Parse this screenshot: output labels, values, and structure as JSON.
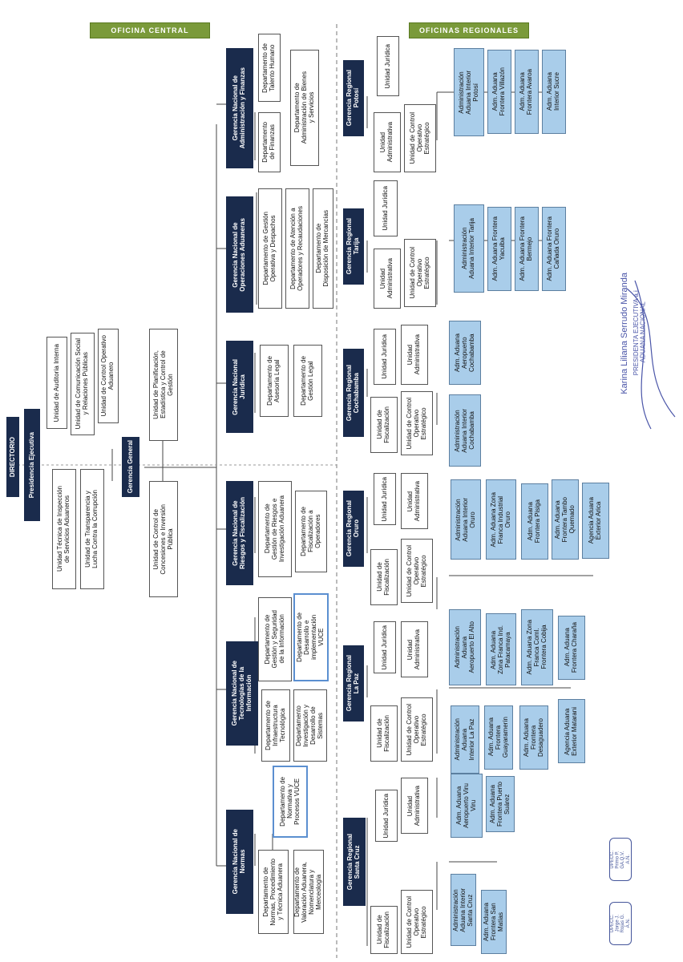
{
  "oficina_central": "OFICINA   CENTRAL",
  "oficinas_regionales": "OFICINAS   REGIONALES",
  "directorio": "DIRECTORIO",
  "presidencia": "Presidencia Ejecutiva",
  "gerencia_general": "Gerencia General",
  "pe_units_left": {
    "inspeccion": "Unidad Técnica de Inspección\nde Servicios Aduaneros",
    "transparencia": "Unidad de Transparencia y\nLucha Contra la Corrupción"
  },
  "pe_units_right": {
    "auditoria": "Unidad de Auditoría Interna",
    "comunicacion": "Unidad de Comunicación Social\ny Relaciones Públicas",
    "control": "Unidad de Control Operativo\nAduanero"
  },
  "gg_units": {
    "concesiones": "Unidad de Control de\nConcesiones e Inversión\nPública",
    "planificacion": "Unidad de Planificación,\nEstadística y Control de\nGestión"
  },
  "gerencias": {
    "normas": {
      "title": "Gerencia Nacional de\nNormas",
      "depts": [
        "Departamento de\nNormas, Procedimiento\ny Técnica Aduanera",
        "Departamento de\nValoración Aduanera,\nNomenclatura y\nMerceología",
        "Departamento de\nNormativa y\nProcesos VUCE"
      ]
    },
    "tecnologias": {
      "title": "Gerencia Nacional de\nTecnologías de la\nInformación",
      "depts": [
        "Departamento de\nInfraestructura\nTecnológica",
        "Departamento\nInvestigación y\nDesarrollo de\nSistemas",
        "Departamento de\nGestión y Seguridad\nde la Información",
        "Departamento de\nDesarrollo e\nimplementación\nVUCE"
      ]
    },
    "riesgos": {
      "title": "Gerencia Nacional de\nRiesgos y Fiscalización",
      "depts": [
        "Departamento de\nGestión de Riesgos e\nInvestigación Aduanera",
        "Departamento de\nFiscalización a\nOperadores"
      ]
    },
    "juridica": {
      "title": "Gerencia Nacional\nJurídica",
      "depts": [
        "Departamento de\nAsesoría Legal",
        "Departamento de\nGestión Legal"
      ]
    },
    "operaciones": {
      "title": "Gerencia Nacional de\nOperaciones Aduaneras",
      "depts": [
        "Departamento de Gestión\nOperativa y Despachos",
        "Departamento de Atención a\nOperadores y Recaudaciones",
        "Departamento de\nDisposición de Mercancías"
      ]
    },
    "administracion": {
      "title": "Gerencia Nacional de\nAdministración y Finanzas",
      "depts": [
        "Departamento\nde Finanzas",
        "Departamento de\nTalento Humano",
        "Departamento de\nAdministración de Bienes\ny Servicios"
      ]
    }
  },
  "regional": {
    "santa_cruz": {
      "title": "Gerencia Regional\nSanta Cruz",
      "fiscalizacion": "Unidad de\nFiscalización",
      "control": "Unidad de Control\nOperativo\nEstratégico",
      "juridica": "Unidad Jurídica",
      "administrativa": "Unidad\nAdministrativa",
      "aduanas": [
        "Administración\nAduana Interior\nSanta Cruz",
        "Adm. Aduana\nFrontera San\nMatías",
        "Adm. Aduana\nAeropuerto Viru\nViru",
        "Adm. Aduana\nFrontera Puerto\nSuárez"
      ]
    },
    "la_paz": {
      "title": "Gerencia Regional\nLa Paz",
      "fiscalizacion": "Unidad de\nFiscalización",
      "control": "Unidad de Control\nOperativo\nEstratégico",
      "juridica": "Unidad Jurídica",
      "administrativa": "Unidad\nAdministrativa",
      "aduanas": [
        "Administración\nAduana\nInterior La Paz",
        "Adm. Aduana\nFrontera\nGuayaramerín",
        "Adm. Aduana\nFrontera\nDesaguadero",
        "Agencia Aduana\nExterior Matarani",
        "Administración\nAduana\nAeropuerto El Alto",
        "Adm. Aduana\nZona Franca Ind.\nPatacamaya",
        "Adm. Aduana Zona\nFranca Coml.\nFrontera Cobija",
        "Adm. Aduana\nFrontera Charaña"
      ]
    },
    "oruro": {
      "title": "Gerencia Regional\nOruro",
      "fiscalizacion": "Unidad de\nFiscalización",
      "control": "Unidad de Control\nOperativo\nEstratégico",
      "juridica": "Unidad Jurídica",
      "administrativa": "Unidad\nAdministrativa",
      "aduanas": [
        "Administración\nAduana Interior\nOruro",
        "Adm. Aduana Zona\nFranca Industrial\nOruro",
        "Adm. Aduana\nFrontera Pisiga",
        "Adm. Aduana\nFrontera Tambo\nQuemado",
        "Agencia Aduana\nExterior Arica"
      ]
    },
    "cochabamba": {
      "title": "Gerencia Regional\nCochabamba",
      "fiscalizacion": "Unidad de\nFiscalización",
      "control": "Unidad de Control\nOperativo\nEstratégico",
      "juridica": "Unidad Jurídica",
      "administrativa": "Unidad\nAdministrativa",
      "aduanas": [
        "Administración\nAduana Interior\nCochabamba",
        "Adm. Aduana\nAeropuerto\nCochabamba"
      ]
    },
    "tarija": {
      "title": "Gerencia Regional\nTarija",
      "administrativa": "Unidad\nAdministrativa",
      "control": "Unidad de Control\nOperativo\nEstratégico",
      "juridica": "Unidad Jurídica",
      "aduanas": [
        "Administración\nAduana Interior Tarija",
        "Adm. Aduana Frontera\nYacuiba",
        "Adm. Aduana Frontera\nBermejo",
        "Adm. Aduana Frontera\nCañada Oruro"
      ]
    },
    "potosi": {
      "title": "Gerencia Regional\nPotosí",
      "administrativa": "Unidad\nAdministrativa",
      "control": "Unidad de Control\nOperativo\nEstratégico",
      "juridica": "Unidad Jurídica",
      "aduanas": [
        "Administración\nAduana Interior\nPotosí",
        "Adm. Aduana\nFrontera Villazón",
        "Adm. Aduana\nFrontera Avaroa",
        "Adm. Aduana\nInterior Sucre"
      ]
    }
  },
  "signature": {
    "name": "Karina Liliana Serrudo Miranda",
    "role": "PRESIDENTA EJECUTIVA a.i.\nADUANA NACIONAL"
  },
  "stamps": [
    "UPECC.\nJorge J.\nRojas G.\nA.N.",
    "UPECC.\nPrimo P.\nGA.Q.V.\nA.N."
  ]
}
